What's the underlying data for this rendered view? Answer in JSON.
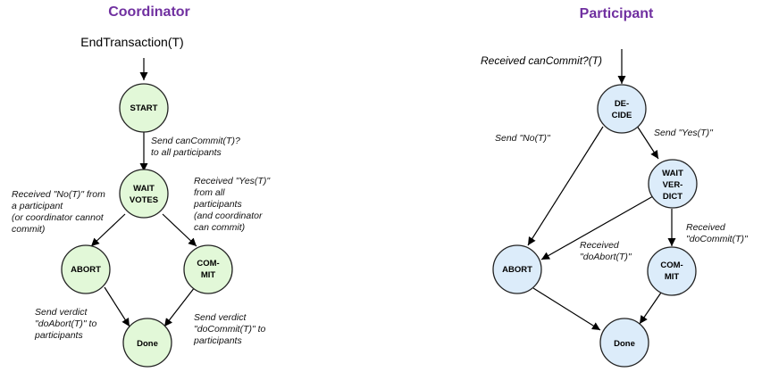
{
  "colors": {
    "title": "#7030a0",
    "coordinator_state_fill": "#e2f8d8",
    "participant_state_fill": "#dcecfa",
    "stroke": "#222222"
  },
  "coordinator": {
    "title": "Coordinator",
    "trigger": "EndTransaction(T)",
    "states": {
      "start": [
        "START"
      ],
      "wait_votes": [
        "WAIT",
        "VOTES"
      ],
      "abort": [
        "ABORT"
      ],
      "commit": [
        "COM-",
        "MIT"
      ],
      "done": [
        "Done"
      ]
    },
    "notes": {
      "send_can_commit": [
        "Send canCommit(T)?",
        "to all participants"
      ],
      "received_no": [
        "Received \"No(T)\" from",
        "a participant",
        "(or coordinator cannot",
        "commit)"
      ],
      "received_yes": [
        "Received \"Yes(T)\"",
        "from all",
        "participants",
        "(and coordinator",
        "can commit)"
      ],
      "send_abort": [
        "Send verdict",
        "\"doAbort(T)\" to",
        "participants"
      ],
      "send_commit": [
        "Send verdict",
        "\"doCommit(T)\" to",
        "participants"
      ]
    }
  },
  "participant": {
    "title": "Participant",
    "trigger": "Received canCommit?(T)",
    "states": {
      "decide": [
        "DE-",
        "CIDE"
      ],
      "wait_verdict": [
        "WAIT",
        "VER-",
        "DICT"
      ],
      "abort": [
        "ABORT"
      ],
      "commit": [
        "COM-",
        "MIT"
      ],
      "done": [
        "Done"
      ]
    },
    "notes": {
      "send_no": [
        "Send \"No(T)\""
      ],
      "send_yes": [
        "Send \"Yes(T)\""
      ],
      "received_do_abort": [
        "Received",
        "\"doAbort(T)\""
      ],
      "received_do_commit": [
        "Received",
        "\"doCommit(T)\""
      ]
    }
  }
}
